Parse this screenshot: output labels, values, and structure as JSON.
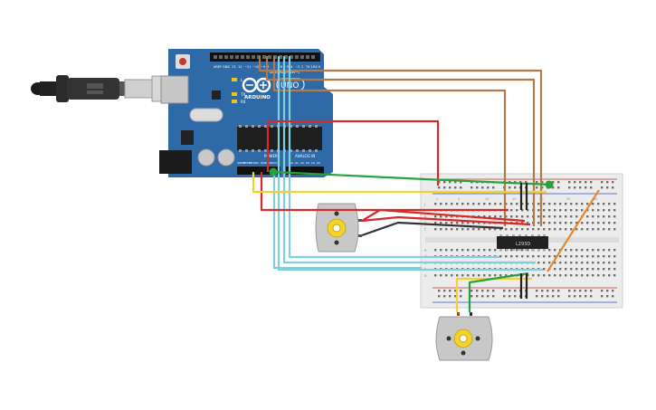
{
  "arduino": {
    "brand": "ARDUINO",
    "model": "UNO",
    "header_power": "POWER",
    "header_analog": "ANALOG IN",
    "header_digital": "DIGITAL (PWM~)",
    "led_l": "L",
    "led_tx": "TX",
    "led_rx": "RX",
    "pin_aref": "AREF",
    "pin_gnd": "GND",
    "pin_13": "13",
    "pin_12": "12",
    "pin_11": "~11",
    "pin_10": "~10",
    "pin_9": "~9",
    "pin_8": "8",
    "pin_7": "7",
    "pin_6": "~6",
    "pin_5": "~5",
    "pin_4": "4",
    "pin_3": "~3",
    "pin_2": "2",
    "pin_1": "TX 1",
    "pin_0": "RX 0",
    "pwr_ioref": "IOREF",
    "pwr_reset": "RESET",
    "pwr_33v": "3.3V",
    "pwr_5v": "5V",
    "pwr_gnd1": "GND",
    "pwr_gnd2": "GND",
    "pwr_vin": "Vin",
    "an_a0": "A0",
    "an_a1": "A1",
    "an_a2": "A2",
    "an_a3": "A3",
    "an_a4": "A4",
    "an_a5": "A5"
  },
  "breadboard": {
    "rows_top": [
      "j",
      "i",
      "h",
      "g",
      "f"
    ],
    "rows_bottom": [
      "e",
      "d",
      "c",
      "b",
      "a"
    ],
    "col_labels": [
      "1",
      "5",
      "10",
      "15",
      "20",
      "25",
      "30"
    ]
  },
  "driver_chip": {
    "label": "L293D"
  },
  "colors": {
    "board_blue": "#2f6aa8",
    "wire_red": "#d42a2a",
    "wire_green": "#27a33d",
    "wire_yellow": "#f2d32e",
    "wire_brown": "#b07a4a",
    "wire_cyan": "#7fd0dc",
    "wire_orange": "#e58a2a",
    "wire_dark": "#333333"
  },
  "icons": {
    "usb_cable": "usb-plug-icon",
    "motor": "dc-motor-icon"
  }
}
